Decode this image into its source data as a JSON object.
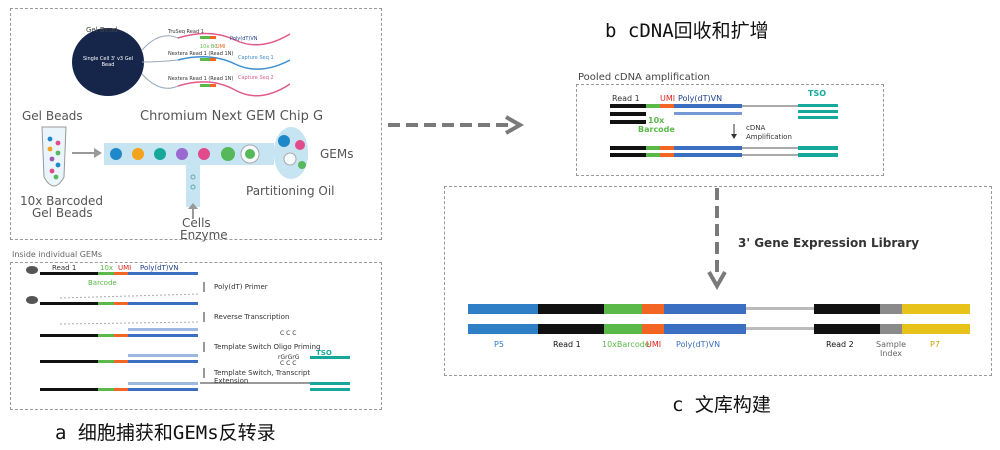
{
  "panel_a": {
    "caption": "a 细胞捕获和GEMs反转录",
    "gel_bead": {
      "label": "Gel Bead",
      "core": "Single Cell 3' v3 Gel Bead"
    },
    "oligo_labels": [
      "TruSeq Read 1",
      "Nextera Read 1 (Read 1N)",
      "Nextera Read 1 (Read 1N)"
    ],
    "oligo_features": [
      "10x BC",
      "UMI",
      "Poly(dT)VN",
      "Capture Seq 1",
      "Capture Seq 2"
    ],
    "gel_beads_label": "Gel Beads",
    "chip_label": "Chromium Next GEM Chip G",
    "barcoded_label_1": "10x Barcoded",
    "barcoded_label_2": "Gel Beads",
    "gems_label": "GEMs",
    "oil_label": "Partitioning Oil",
    "cells_label_1": "Cells",
    "cells_label_2": "Enzyme",
    "inside_title": "Inside individual GEMs",
    "oligo_read1": "Read 1",
    "oligo_10x": "10x",
    "oligo_barcode": "Barcode",
    "oligo_umi": "UMI",
    "oligo_polydt": "Poly(dT)VN",
    "steps": [
      "Poly(dT) Primer",
      "Reverse Transcription",
      "Template Switch Oligo Priming",
      "Template Switch, Transcript Extension"
    ],
    "tso_label": "TSO",
    "ccc": "C C C",
    "ggg": "rGrGrG"
  },
  "panel_b": {
    "caption": "b cDNA回收和扩增",
    "title": "Pooled cDNA amplification",
    "read1": "Read 1",
    "umi": "UMI",
    "polydt": "Poly(dT)VN",
    "tso": "TSO",
    "tenx": "10x",
    "barcode": "Barcode",
    "amp_1": "cDNA",
    "amp_2": "Amplification"
  },
  "panel_c": {
    "caption": "c 文库构建",
    "title": "3' Gene Expression Library",
    "labels": [
      "P5",
      "Read 1",
      "10xBarcode",
      "UMI",
      "Poly(dT)VN",
      "Read 2",
      "Sample Index",
      "P7"
    ]
  },
  "colors": {
    "black": "#111111",
    "green": "#5bb94a",
    "orange": "#f26522",
    "blue": "#3b6fc1",
    "teal": "#16a99b",
    "gray": "#8a8a8a",
    "yellow": "#e7c21b",
    "p5blue": "#2f7fc7",
    "umi_red": "#e2231a"
  }
}
